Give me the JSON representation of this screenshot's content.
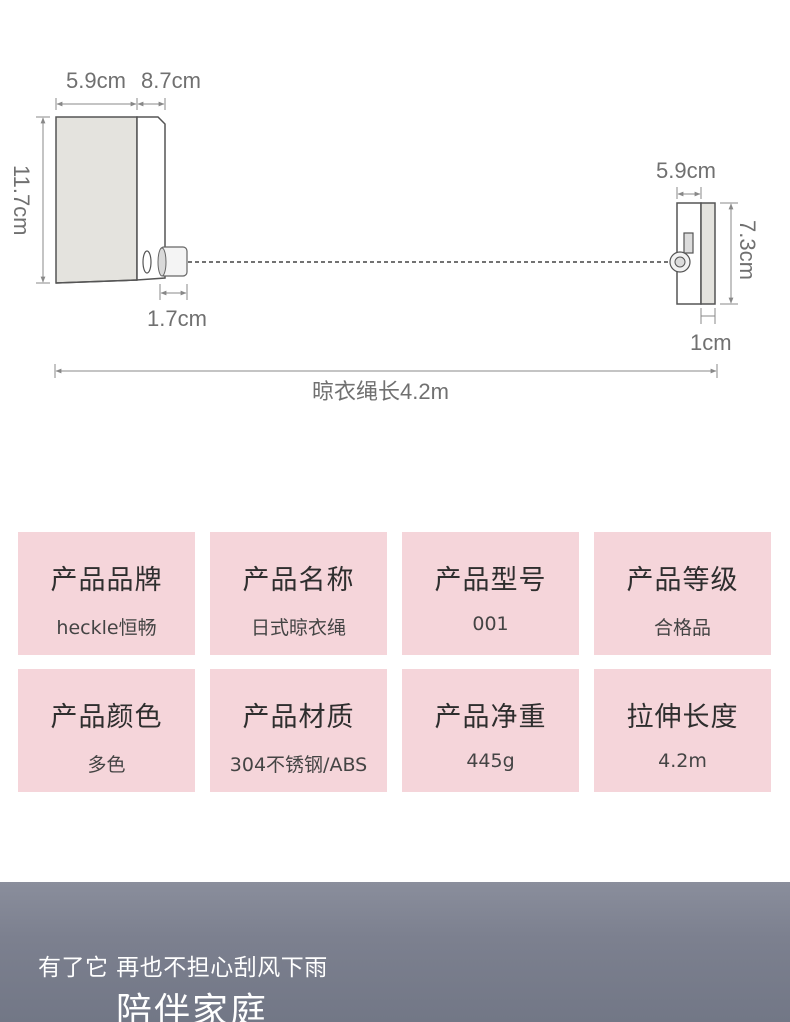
{
  "diagram": {
    "width_top_left": "5.9cm",
    "depth_top_left": "8.7cm",
    "height_left": "11.7cm",
    "knob_length": "1.7cm",
    "width_right": "5.9cm",
    "height_right": "7.3cm",
    "depth_right": "1cm",
    "rope_length": "晾衣绳长4.2m"
  },
  "specs": [
    {
      "title": "产品品牌",
      "value": "heckle恒畅"
    },
    {
      "title": "产品名称",
      "value": "日式晾衣绳"
    },
    {
      "title": "产品型号",
      "value": "001"
    },
    {
      "title": "产品等级",
      "value": "合格品"
    },
    {
      "title": "产品颜色",
      "value": "多色"
    },
    {
      "title": "产品材质",
      "value": "304不锈钢/ABS"
    },
    {
      "title": "产品净重",
      "value": "445g"
    },
    {
      "title": "拉伸长度",
      "value": "4.2m"
    }
  ],
  "banner": {
    "tagline": "有了它 再也不担心刮风下雨",
    "headline": "陪伴家庭"
  },
  "colors": {
    "card_bg": "#f5d5da",
    "banner_bg": "#7c808f",
    "dimension_text": "#707070"
  }
}
